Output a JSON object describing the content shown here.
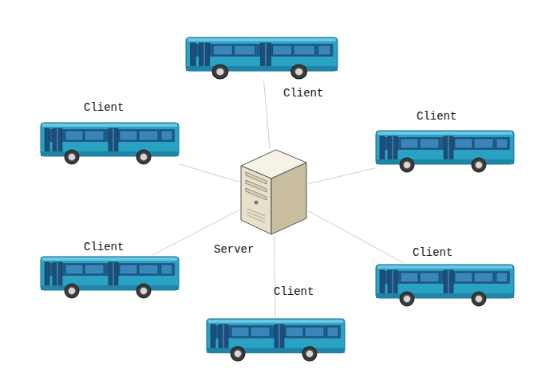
{
  "diagram": {
    "nodes": [
      {
        "text": [
          "Client"
        ]
      },
      {
        "text": [
          "Client"
        ]
      },
      {
        "text": [
          "Client"
        ]
      },
      {
        "text": [
          "Server"
        ]
      },
      {
        "text": [
          "Client"
        ]
      },
      {
        "text": [
          "Client"
        ]
      },
      {
        "text": [
          "Client"
        ]
      }
    ],
    "edges": [
      {
        "from": 3,
        "to": 0,
        "arrow": "none"
      },
      {
        "from": 3,
        "to": 1,
        "arrow": "none"
      },
      {
        "from": 3,
        "to": 2,
        "arrow": "none"
      },
      {
        "from": 3,
        "to": 4,
        "arrow": "none"
      },
      {
        "from": 3,
        "to": 5,
        "arrow": "none"
      },
      {
        "from": 3,
        "to": 6,
        "arrow": "none"
      }
    ]
  }
}
